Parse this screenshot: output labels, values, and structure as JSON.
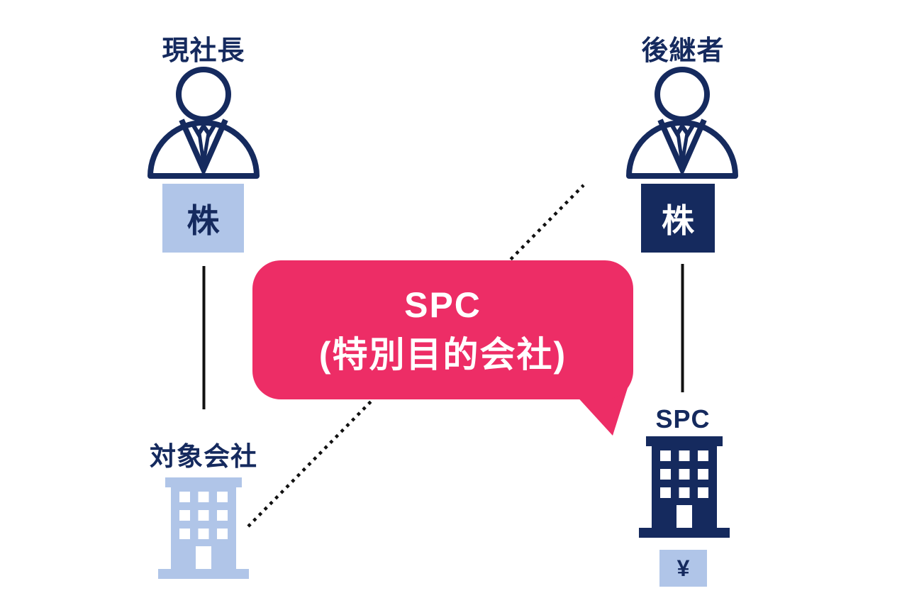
{
  "colors": {
    "navy": "#152a5e",
    "light_blue": "#b0c5e8",
    "pink": "#ed2d66",
    "line_black": "#111111",
    "background": "#ffffff"
  },
  "nodes": {
    "president": {
      "title": "現社長",
      "badge": "株"
    },
    "successor": {
      "title": "後継者",
      "badge": "株"
    },
    "target_company": {
      "title": "対象会社"
    },
    "spc": {
      "title": "SPC",
      "badge": "¥"
    }
  },
  "callout": {
    "line1": "SPC",
    "line2": "(特別目的会社)"
  }
}
